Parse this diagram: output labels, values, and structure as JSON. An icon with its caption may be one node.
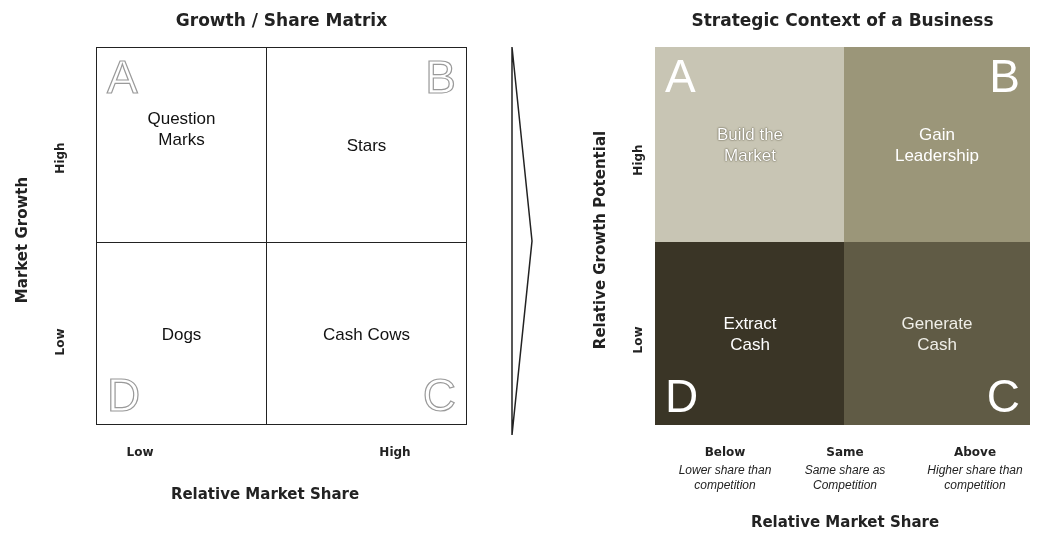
{
  "diagram": {
    "nodes": [
      {
        "text": [
          "Growth / Share Matrix"
        ]
      },
      {
        "text": [
          "A",
          "Question Marks"
        ],
        "in": 0
      },
      {
        "text": [
          "B",
          "Stars"
        ],
        "in": 0
      },
      {
        "text": [
          "D",
          "Dogs"
        ],
        "in": 0
      },
      {
        "text": [
          "C",
          "Cash Cows"
        ],
        "in": 0
      },
      {
        "text": [
          "Strategic Context of a Business"
        ]
      },
      {
        "text": [
          "A",
          "Build the Market"
        ],
        "in": 5
      },
      {
        "text": [
          "B",
          "Gain Leadership"
        ],
        "in": 5
      },
      {
        "text": [
          "D",
          "Extract Cash"
        ],
        "in": 5
      },
      {
        "text": [
          "C",
          "Generate Cash"
        ],
        "in": 5
      }
    ],
    "edges": [
      {
        "from": 0,
        "to": 5,
        "arrow": "to"
      }
    ],
    "labels": [
      "Market Growth",
      "High",
      "Low",
      "Low",
      "High",
      "Relative Market Share",
      "Relative Growth Potential",
      "High",
      "Low",
      "Below",
      "Lower share than competition",
      "Same",
      "Same share as Competition",
      "Above",
      "Higher share than competition",
      "Relative Market Share"
    ]
  }
}
